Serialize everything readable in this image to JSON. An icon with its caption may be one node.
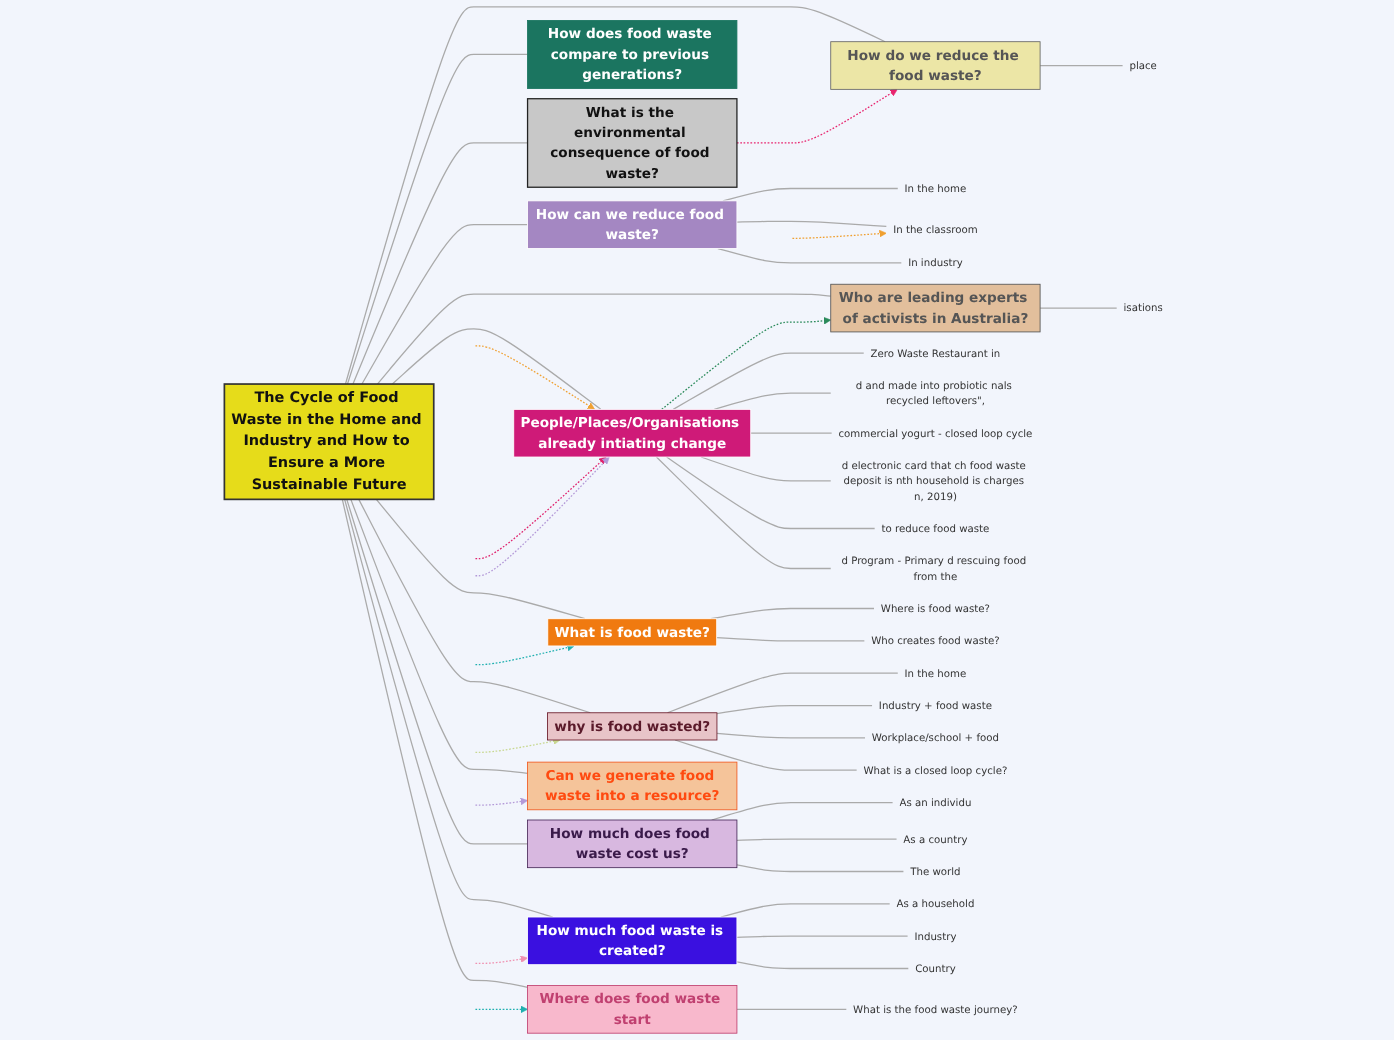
{
  "diagram": {
    "nodes": [
      {
        "text": [
          "The Cycle of Food Waste in the Home and Industry and How to Ensure a More Sustainable Future"
        ]
      },
      {
        "text": [
          "What is the environmental consequence of food waste?"
        ]
      },
      {
        "text": [
          "How do we reduce the food waste?"
        ]
      },
      {
        "text": [
          "place"
        ]
      },
      {
        "text": [
          "How does food waste compare to previous generations?"
        ]
      },
      {
        "text": [
          "How can we reduce food waste?"
        ]
      },
      {
        "text": [
          "In the home"
        ]
      },
      {
        "text": [
          "In the classroom"
        ]
      },
      {
        "text": [
          "In industry"
        ]
      },
      {
        "text": [
          "Who are leading experts of activists in Australia?"
        ]
      },
      {
        "text": [
          "isations"
        ]
      },
      {
        "text": [
          "People/Places/Organisations already intiating change"
        ]
      },
      {
        "text": [
          "Zero Waste Restaurant in"
        ]
      },
      {
        "text": [
          "d and made into probiotic nals recycled leftovers\","
        ]
      },
      {
        "text": [
          "commercial yogurt - closed loop cycle"
        ]
      },
      {
        "text": [
          "d electronic card that ch food waste deposit is nth household is charges n, 2019)"
        ]
      },
      {
        "text": [
          "to reduce food waste"
        ]
      },
      {
        "text": [
          "d Program - Primary d rescuing food from the"
        ]
      },
      {
        "text": [
          "What is food waste?"
        ]
      },
      {
        "text": [
          "Where is food waste?"
        ]
      },
      {
        "text": [
          "Who creates food waste?"
        ]
      },
      {
        "text": [
          "why is food wasted?"
        ]
      },
      {
        "text": [
          "In the home"
        ]
      },
      {
        "text": [
          "Industry + food waste"
        ]
      },
      {
        "text": [
          "Workplace/school + food"
        ]
      },
      {
        "text": [
          "What is a closed loop cycle?"
        ]
      },
      {
        "text": [
          "How much does food waste cost us?"
        ]
      },
      {
        "text": [
          "As an individu"
        ]
      },
      {
        "text": [
          "As a country"
        ]
      },
      {
        "text": [
          "The world"
        ]
      },
      {
        "text": [
          "How much food waste is created?"
        ]
      },
      {
        "text": [
          "As a household"
        ]
      },
      {
        "text": [
          "Industry"
        ]
      },
      {
        "text": [
          "Country"
        ]
      },
      {
        "text": [
          "Can we generate food waste into a resource?"
        ]
      },
      {
        "text": [
          "Where does food waste start"
        ]
      },
      {
        "text": [
          "What is the food waste journey?"
        ]
      }
    ],
    "edges": [
      {
        "from": 0,
        "to": 1,
        "arrow": "none"
      },
      {
        "from": 0,
        "to": 2,
        "arrow": "none"
      },
      {
        "from": 0,
        "to": 4,
        "arrow": "none"
      },
      {
        "from": 0,
        "to": 5,
        "arrow": "none"
      },
      {
        "from": 0,
        "to": 9,
        "arrow": "none"
      },
      {
        "from": 0,
        "to": 11,
        "arrow": "none"
      },
      {
        "from": 0,
        "to": 18,
        "arrow": "none"
      },
      {
        "from": 0,
        "to": 21,
        "arrow": "none"
      },
      {
        "from": 0,
        "to": 26,
        "arrow": "none"
      },
      {
        "from": 0,
        "to": 30,
        "arrow": "none"
      },
      {
        "from": 0,
        "to": 34,
        "arrow": "none"
      },
      {
        "from": 0,
        "to": 35,
        "arrow": "none"
      },
      {
        "from": 2,
        "to": 3,
        "arrow": "none"
      },
      {
        "from": 5,
        "to": 6,
        "arrow": "none"
      },
      {
        "from": 5,
        "to": 7,
        "arrow": "none"
      },
      {
        "from": 5,
        "to": 8,
        "arrow": "none"
      },
      {
        "from": 9,
        "to": 10,
        "arrow": "none"
      },
      {
        "from": 11,
        "to": 12,
        "arrow": "none"
      },
      {
        "from": 11,
        "to": 13,
        "arrow": "none"
      },
      {
        "from": 11,
        "to": 14,
        "arrow": "none"
      },
      {
        "from": 11,
        "to": 15,
        "arrow": "none"
      },
      {
        "from": 11,
        "to": 16,
        "arrow": "none"
      },
      {
        "from": 11,
        "to": 17,
        "arrow": "none"
      },
      {
        "from": 18,
        "to": 19,
        "arrow": "none"
      },
      {
        "from": 18,
        "to": 20,
        "arrow": "none"
      },
      {
        "from": 21,
        "to": 22,
        "arrow": "none"
      },
      {
        "from": 21,
        "to": 23,
        "arrow": "none"
      },
      {
        "from": 21,
        "to": 24,
        "arrow": "none"
      },
      {
        "from": 21,
        "to": 25,
        "arrow": "none"
      },
      {
        "from": 26,
        "to": 27,
        "arrow": "none"
      },
      {
        "from": 26,
        "to": 28,
        "arrow": "none"
      },
      {
        "from": 26,
        "to": 29,
        "arrow": "none"
      },
      {
        "from": 30,
        "to": 31,
        "arrow": "none"
      },
      {
        "from": 30,
        "to": 32,
        "arrow": "none"
      },
      {
        "from": 30,
        "to": 33,
        "arrow": "none"
      },
      {
        "from": 35,
        "to": 36,
        "arrow": "none"
      },
      {
        "from": 1,
        "to": 2,
        "arrow": "to",
        "style": "dashed",
        "color": "#e8246e"
      },
      {
        "from": 11,
        "to": 9,
        "arrow": "to",
        "style": "dashed",
        "color": "#2a8a5a"
      },
      {
        "from": null,
        "to": 7,
        "arrow": "to",
        "style": "dashed",
        "color": "#f0a030"
      },
      {
        "from": null,
        "to": 11,
        "arrow": "to",
        "style": "dashed",
        "color": "#f0a030"
      },
      {
        "from": null,
        "to": 11,
        "arrow": "to",
        "style": "dashed",
        "color": "#e0246e"
      },
      {
        "from": null,
        "to": 11,
        "arrow": "to",
        "style": "dashed",
        "color": "#b49ad8"
      },
      {
        "from": null,
        "to": 18,
        "arrow": "to",
        "style": "dashed",
        "color": "#20b0b0"
      },
      {
        "from": null,
        "to": 21,
        "arrow": "to",
        "style": "dashed",
        "color": "#c8d890"
      },
      {
        "from": null,
        "to": 30,
        "arrow": "to",
        "style": "dashed",
        "color": "#f090b0"
      },
      {
        "from": null,
        "to": 34,
        "arrow": "to",
        "style": "dashed",
        "color": "#b49ad8"
      },
      {
        "from": null,
        "to": 35,
        "arrow": "to",
        "style": "dashed",
        "color": "#20b0b0"
      }
    ]
  }
}
